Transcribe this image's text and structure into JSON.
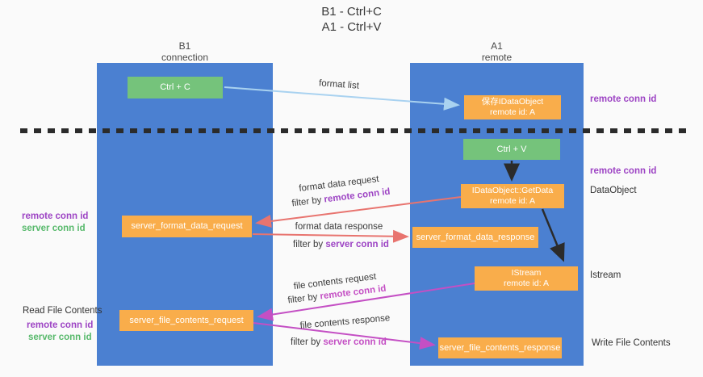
{
  "title": {
    "line1": "B1 - Ctrl+C",
    "line2": "A1 - Ctrl+V"
  },
  "columns": {
    "left": {
      "name": "B1",
      "subtitle": "connection"
    },
    "right": {
      "name": "A1",
      "subtitle": "remote"
    }
  },
  "nodes": {
    "ctrl_c": {
      "label": "Ctrl + C"
    },
    "ctrl_v": {
      "label": "Ctrl + V"
    },
    "save_object": {
      "line1": "保存IDataObject",
      "line2": "remote id: A"
    },
    "getdata": {
      "line1": "IDataObject::GetData",
      "line2": "remote id: A"
    },
    "istream": {
      "line1": "IStream",
      "line2": "remote id: A"
    },
    "format_request": {
      "label": "server_format_data_request"
    },
    "format_response": {
      "label": "server_format_data_response"
    },
    "file_request": {
      "label": "server_file_contents_request"
    },
    "file_response": {
      "label": "server_file_contents_response"
    }
  },
  "left_labels": {
    "remote_conn_id_1": "remote conn id",
    "server_conn_id_1": "server conn id",
    "read_file_contents": "Read File Contents",
    "remote_conn_id_2": "remote conn id",
    "server_conn_id_2": "server conn id"
  },
  "right_labels": {
    "remote_conn_id_1": "remote conn id",
    "remote_conn_id_2": "remote conn id",
    "dataobject": "DataObject",
    "istream": "Istream",
    "write_file_contents": "Write File Contents"
  },
  "arrows": {
    "format_list": {
      "label": "format list"
    },
    "format_request": {
      "line1": "format data request",
      "filter_prefix": "filter by ",
      "filter_key": "remote conn id"
    },
    "format_response": {
      "line1": "format data response",
      "filter_prefix": "filter by ",
      "filter_key": "server conn id"
    },
    "file_request": {
      "line1": "file contents request",
      "filter_prefix": "filter by ",
      "filter_key": "remote conn id"
    },
    "file_response": {
      "line1": "file contents response",
      "filter_prefix": "filter by ",
      "filter_key": "server conn id"
    }
  },
  "colors": {
    "column_blue": "#4b80d1",
    "node_orange": "#f9ad4b",
    "node_green": "#75c37b",
    "arrow_light_blue": "#a9d2f0",
    "arrow_salmon": "#e8746f",
    "arrow_magenta": "#c44fc4",
    "arrow_black": "#2b2b2b",
    "text_purple": "#9d44c4",
    "text_green": "#57b96b",
    "background": "#fafafa"
  }
}
